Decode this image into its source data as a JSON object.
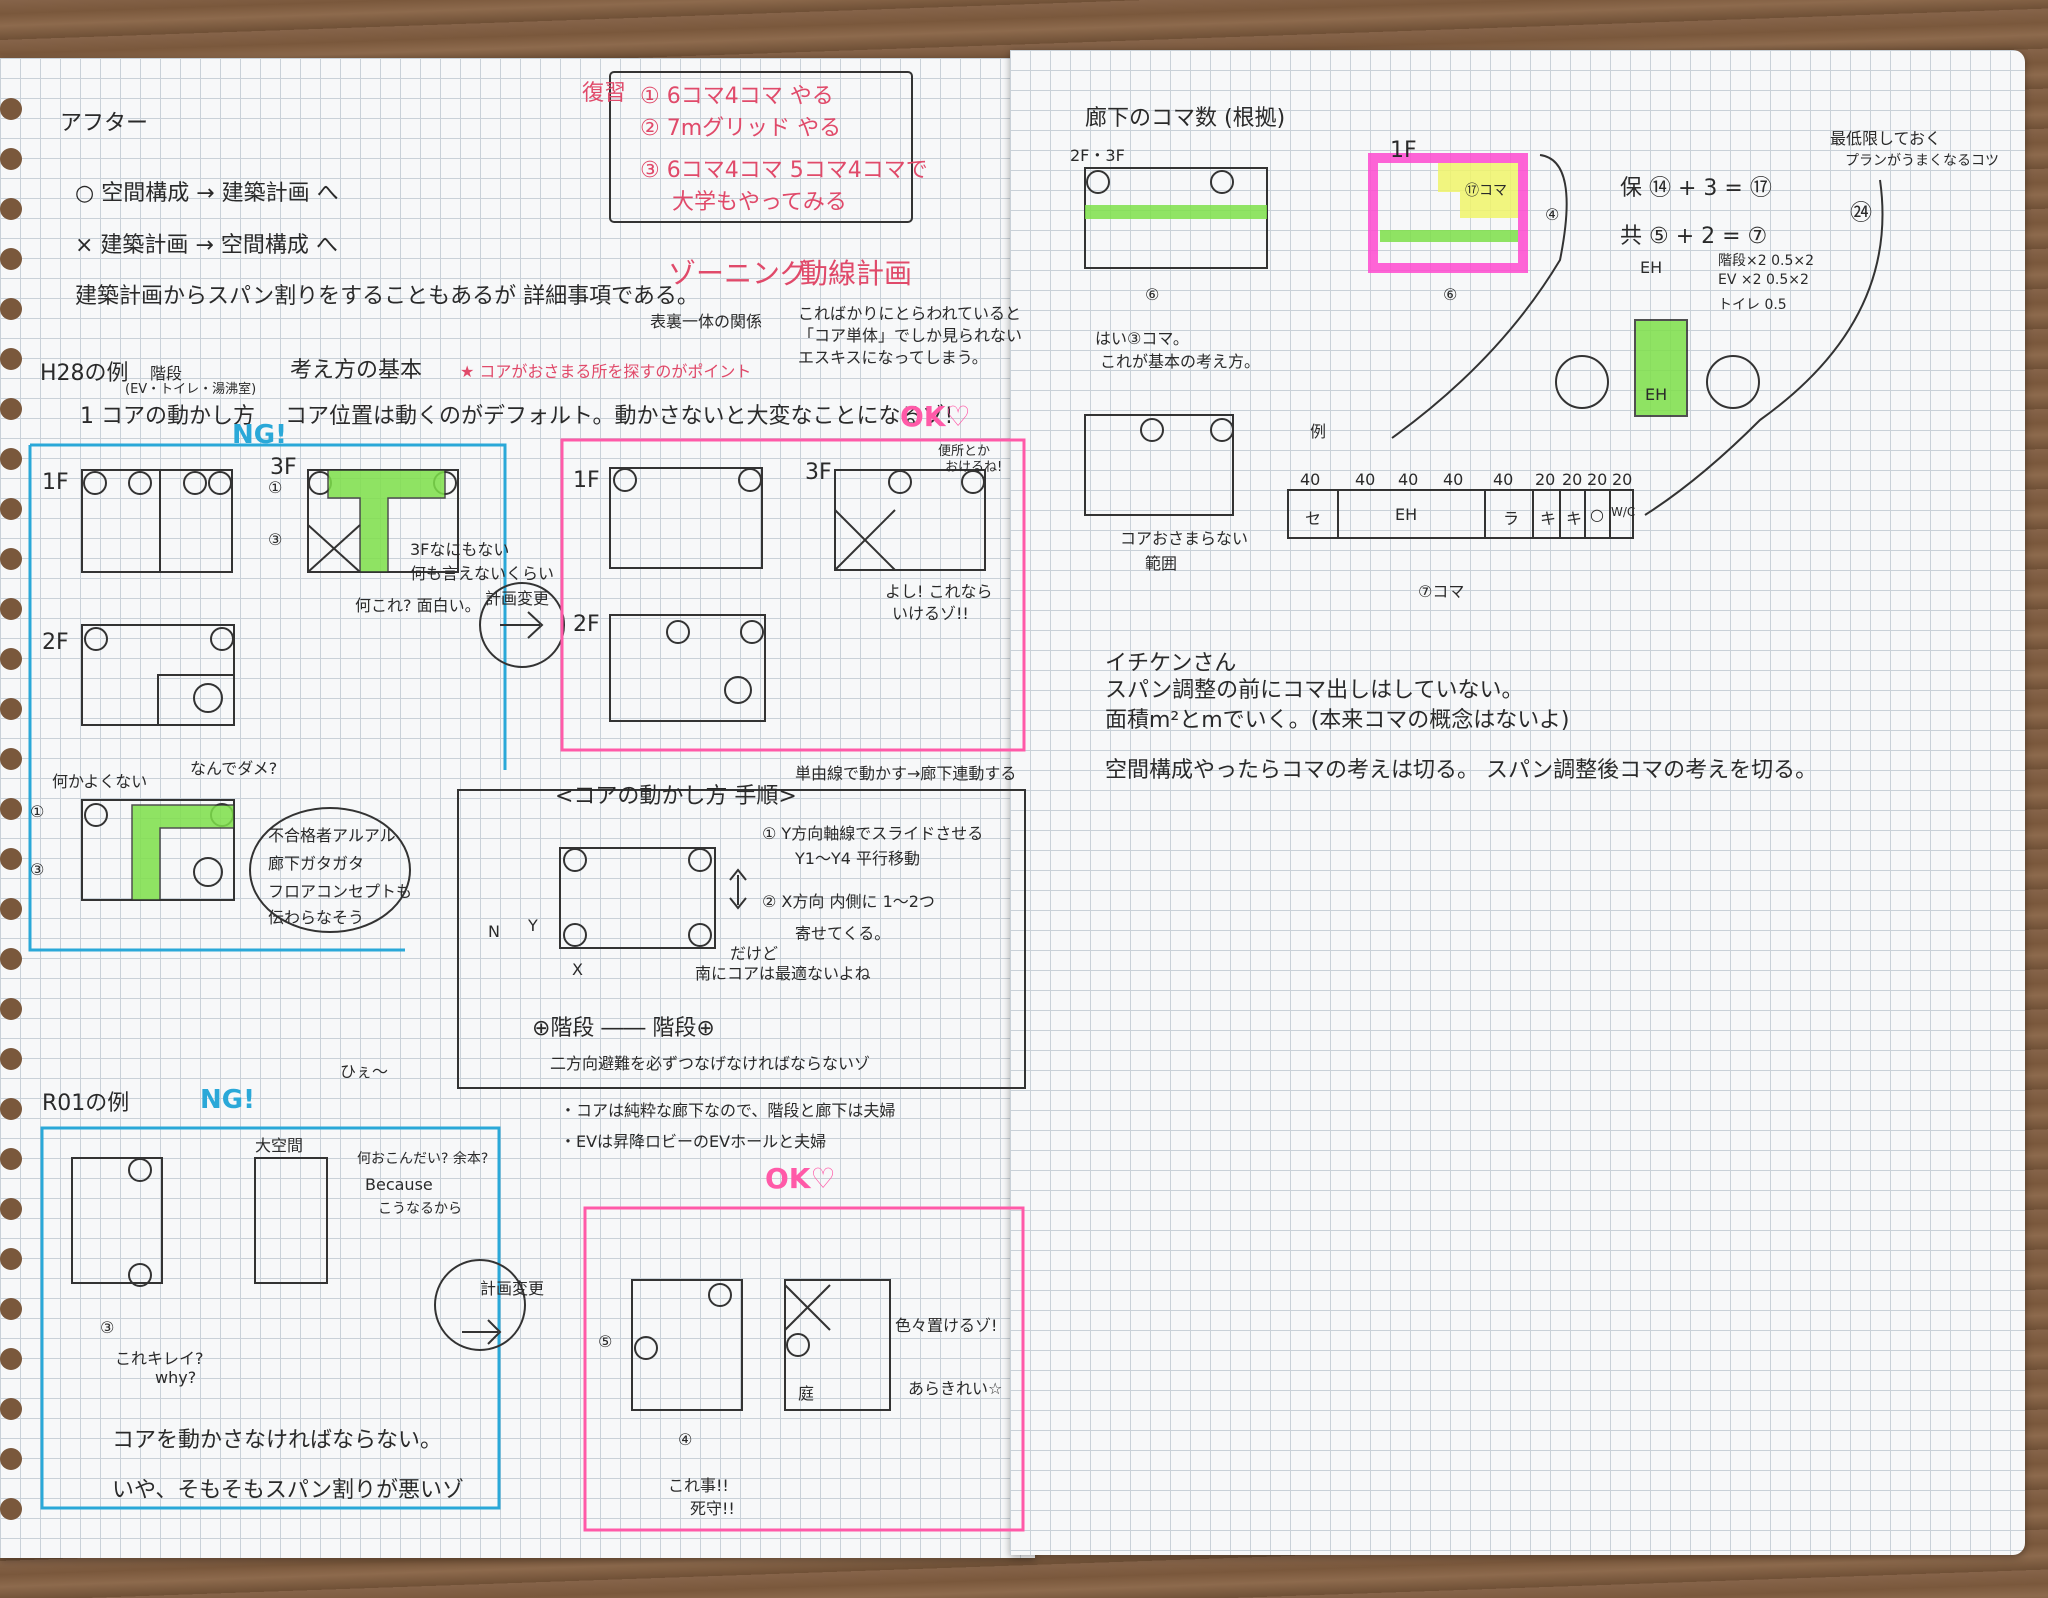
{
  "left": {
    "title": "アフター",
    "review_box": {
      "heading": "復習",
      "items": [
        "① 6コマ4コマ やる",
        "② 7mグリッド やる",
        "③ 6コマ4コマ 5コマ4コマで",
        "大学もやってみる"
      ]
    },
    "line1": "○ 空間構成 → 建築計画 へ",
    "line2": "× 建築計画 → 空間構成 へ",
    "line3": "建築計画からスパン割りをすることもあるが 詳細事項である。",
    "zoning": "ゾーニング",
    "doken": "動線計画",
    "omote": "表裏一体の関係",
    "zoning_note1": "こればかりにとらわれていると",
    "zoning_note2": "「コア単体」でしか見られない",
    "zoning_note3": "エスキスになってしまう。",
    "h28": "H28の例",
    "kihon": "考え方の基本",
    "point": "★ コアがおさまる所を探すのがポイント",
    "kaidan": "階段",
    "kaidan_sub": "(EV・トイレ・湯沸室)",
    "core_move": "1 コアの動かし方",
    "core_note": "コア位置は動くのがデフォルト。動かさないと大変なことになるゾ!",
    "ng1": "NG!",
    "ok1": "OK♡",
    "f1": "1F",
    "f2": "2F",
    "f3": "3F",
    "c1": "①",
    "c3": "③",
    "note_3f1": "3Fなにもない",
    "note_3f2": "何も言えないくらい",
    "note_3f3": "何これ? 面白い。",
    "henkou": "計画変更",
    "yoshi1": "よし! これなら",
    "yoshi2": "いけるゾ!!",
    "benri1": "便所とか",
    "benri2": "おけるね!",
    "nanode": "なんでダメ?",
    "nanika": "何かよくない",
    "q1": "不合格者アルアル",
    "q2": "廊下ガタガタ",
    "q3": "フロアコンセプトも",
    "q4": "伝わらなそう",
    "tejun_title": "<コアの動かし方 手順>",
    "tejun_sub": "単由線で動かす→廊下連動する",
    "tejun1a": "① Y方向軸線でスライドさせる",
    "tejun1b": "Y1〜Y4 平行移動",
    "tejun2a": "② X方向 内側に 1〜2つ",
    "tejun2b": "寄せてくる。",
    "dakedo1": "だけど",
    "dakedo2": "南にコアは最適ないよね",
    "axis_n": "N",
    "axis_y": "Y",
    "axis_x": "X",
    "kaidan_line": "⊕階段 ―― 階段⊕",
    "nihoukou": "二方向避難を必ずつなげなければならないゾ",
    "bullet1": "・コアは純粋な廊下なので、階段と廊下は夫婦",
    "bullet2": "・EVは昇降ロビーのEVホールと夫婦",
    "r01": "R01の例",
    "ng2": "NG!",
    "hiee": "ひぇ〜",
    "daikuukan": "大空間",
    "r01_note1": "何おこんだい? 余本?",
    "r01_note2": "Because",
    "r01_note3": "こうなるから",
    "kirei1": "これキレイ?",
    "kirei2": "why?",
    "henkou2": "計画変更",
    "ok2": "OK♡",
    "c5": "⑤",
    "c4": "④",
    "koreda1": "これ事!!",
    "koreda2": "死守!!",
    "oku1": "色々置けるゾ!",
    "oku2": "あらきれい☆",
    "niwa": "庭",
    "ugokasu": "コアを動かさなければならない。",
    "iya": "いや、そもそもスパン割りが悪いゾ"
  },
  "right": {
    "title": "廊下のコマ数 (根拠)",
    "f23": "2F・3F",
    "f1": "1F",
    "ma": "⑥",
    "komatext": "⑰コマ",
    "c4": "④",
    "c6": "⑥",
    "hai1": "はい③コマ。",
    "hai2": "これが基本の考え方。",
    "core_osamaranai1": "コアおさまらない",
    "core_osamaranai2": "範囲",
    "rei": "例",
    "ho": "保 ⑭ + 3 = ⑰",
    "ho2": "共 ⑤ + 2 = ⑦",
    "eh_label": "EH",
    "saiteigen1": "最低限しておく",
    "saiteigen2": "プランがうまくなるコツ",
    "num24": "㉔",
    "breakdown1": "階段×2 0.5×2",
    "breakdown2": "EV ×2 0.5×2",
    "breakdown3": "トイレ 0.5",
    "eh_box": "EH",
    "nums": [
      "40",
      "40",
      "40",
      "40",
      "40",
      "20",
      "20",
      "20",
      "20"
    ],
    "strip_labels": [
      "セ",
      "EH",
      "ラ",
      "キ",
      "キ",
      "○",
      "W/C"
    ],
    "komas7": "⑦コマ",
    "ichiken": "イチケンさん",
    "ic1": "スパン調整の前にコマ出しはしていない。",
    "ic2": "面積m²とmでいく。(本来コマの概念はないよ)",
    "ic3": "空間構成やったらコマの考えは切る。 スパン調整後コマの考えを切る。"
  },
  "colors": {
    "red_ink": "#e04a6a",
    "blue_ink": "#2aa8d8",
    "pink_ink": "#ff5aa8",
    "green_marker": "#7ee04a",
    "yellow_marker": "#f0f56a",
    "magenta_marker": "#ff4ad0"
  }
}
